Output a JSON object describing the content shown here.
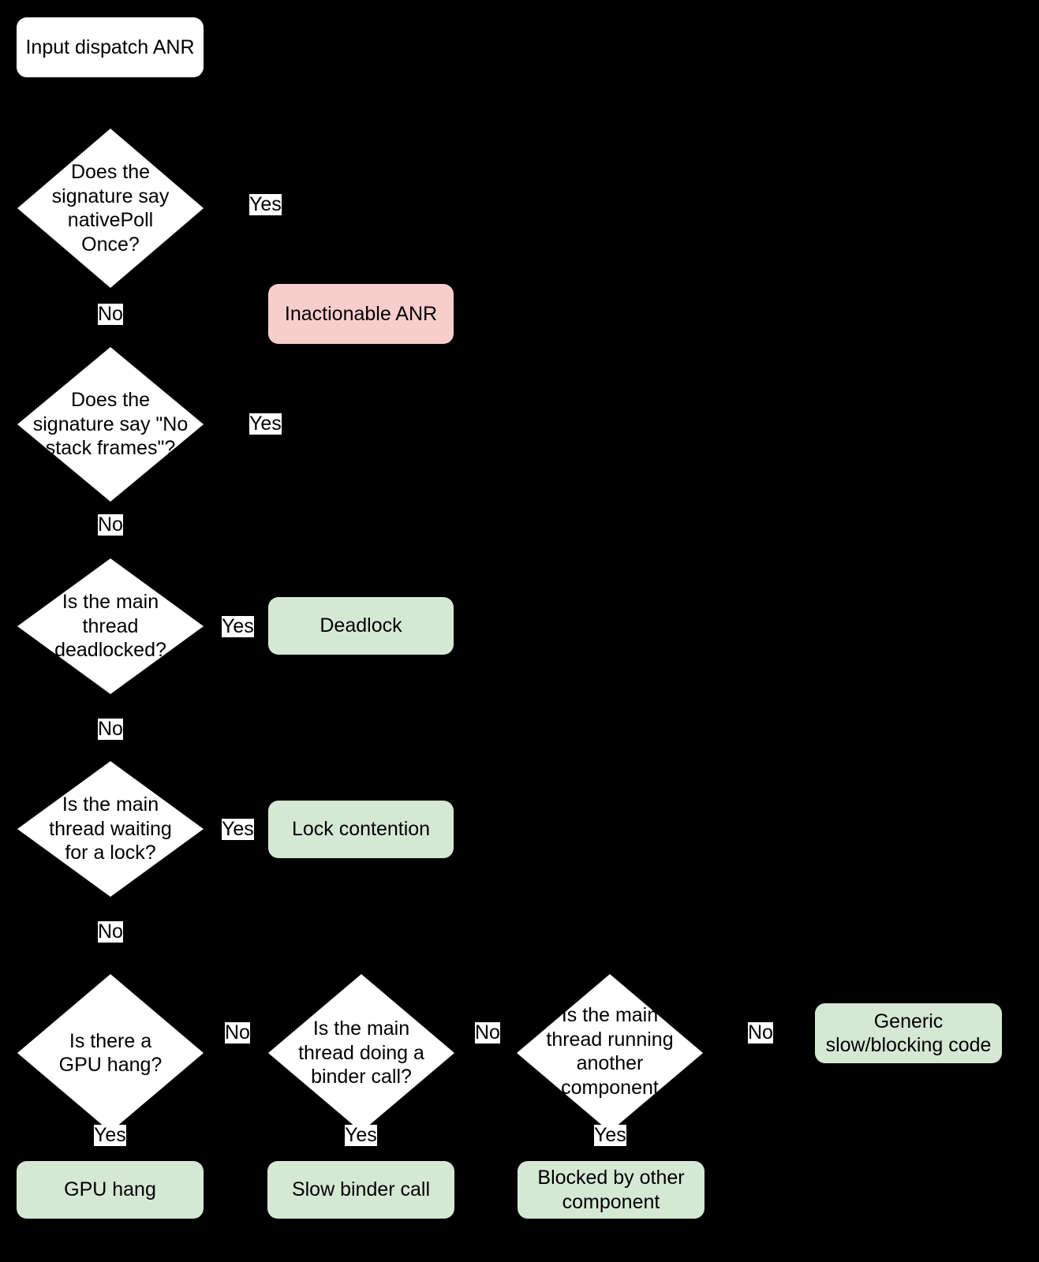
{
  "diagram": {
    "title": "Input dispatch ANR triage flowchart",
    "background_color": "#000000",
    "palette": {
      "start_fill": "#ffffff",
      "decision_fill": "#ffffff",
      "terminal_bad_fill": "#f8cecc",
      "terminal_good_fill": "#d5e8d4",
      "edge_color": "#000000",
      "text_color": "#000000",
      "label_chip_fill": "#ffffff"
    }
  },
  "nodes": {
    "start": {
      "label": "Input dispatch ANR"
    },
    "decision_nativepollonce": {
      "label": "Does the\nsignature say\nnativePoll\nOnce?"
    },
    "decision_nostackframes": {
      "label": "Does the\nsignature say \"No\nstack frames\"?"
    },
    "decision_deadlocked": {
      "label": "Is the main\nthread\ndeadlocked?"
    },
    "decision_waiting_lock": {
      "label": "Is the main\nthread waiting\nfor a lock?"
    },
    "decision_gpu_hang": {
      "label": "Is there a\nGPU hang?"
    },
    "decision_binder_call": {
      "label": "Is the main\nthread doing a\nbinder call?"
    },
    "decision_other_component": {
      "label": "Is the main\nthread running\nanother\ncomponent"
    },
    "terminal_inactionable": {
      "label": "Inactionable ANR"
    },
    "terminal_deadlock": {
      "label": "Deadlock"
    },
    "terminal_lock_contention": {
      "label": "Lock contention"
    },
    "terminal_gpu_hang": {
      "label": "GPU hang"
    },
    "terminal_slow_binder": {
      "label": "Slow binder call"
    },
    "terminal_blocked_other": {
      "label": "Blocked by other\ncomponent"
    },
    "terminal_generic_slow": {
      "label": "Generic\nslow/blocking code"
    }
  },
  "edge_labels": {
    "nativepollonce_yes": "Yes",
    "nativepollonce_no": "No",
    "nostackframes_yes": "Yes",
    "nostackframes_no": "No",
    "deadlocked_yes": "Yes",
    "deadlocked_no": "No",
    "waiting_lock_yes": "Yes",
    "waiting_lock_no": "No",
    "gpu_hang_no": "No",
    "gpu_hang_yes": "Yes",
    "binder_call_no": "No",
    "binder_call_yes": "Yes",
    "other_component_no": "No",
    "other_component_yes": "Yes"
  },
  "chart_data": {
    "type": "diagram",
    "subtype": "flowchart",
    "title": "Input dispatch ANR triage flowchart",
    "nodes": [
      {
        "id": "start",
        "shape": "rounded-rect",
        "text": "Input dispatch ANR",
        "fill": "#ffffff"
      },
      {
        "id": "decision_nativepollonce",
        "shape": "diamond",
        "text": "Does the signature say nativePollOnce?",
        "fill": "#ffffff"
      },
      {
        "id": "terminal_inactionable",
        "shape": "rounded-rect",
        "text": "Inactionable ANR",
        "fill": "#f8cecc"
      },
      {
        "id": "decision_nostackframes",
        "shape": "diamond",
        "text": "Does the signature say \"No stack frames\"?",
        "fill": "#ffffff"
      },
      {
        "id": "decision_deadlocked",
        "shape": "diamond",
        "text": "Is the main thread deadlocked?",
        "fill": "#ffffff"
      },
      {
        "id": "terminal_deadlock",
        "shape": "rounded-rect",
        "text": "Deadlock",
        "fill": "#d5e8d4"
      },
      {
        "id": "decision_waiting_lock",
        "shape": "diamond",
        "text": "Is the main thread waiting for a lock?",
        "fill": "#ffffff"
      },
      {
        "id": "terminal_lock_contention",
        "shape": "rounded-rect",
        "text": "Lock contention",
        "fill": "#d5e8d4"
      },
      {
        "id": "decision_gpu_hang",
        "shape": "diamond",
        "text": "Is there a GPU hang?",
        "fill": "#ffffff"
      },
      {
        "id": "terminal_gpu_hang",
        "shape": "rounded-rect",
        "text": "GPU hang",
        "fill": "#d5e8d4"
      },
      {
        "id": "decision_binder_call",
        "shape": "diamond",
        "text": "Is the main thread doing a binder call?",
        "fill": "#ffffff"
      },
      {
        "id": "terminal_slow_binder",
        "shape": "rounded-rect",
        "text": "Slow binder call",
        "fill": "#d5e8d4"
      },
      {
        "id": "decision_other_component",
        "shape": "diamond",
        "text": "Is the main thread running another component",
        "fill": "#ffffff"
      },
      {
        "id": "terminal_blocked_other",
        "shape": "rounded-rect",
        "text": "Blocked by other component",
        "fill": "#d5e8d4"
      },
      {
        "id": "terminal_generic_slow",
        "shape": "rounded-rect",
        "text": "Generic slow/blocking code",
        "fill": "#d5e8d4"
      }
    ],
    "edges": [
      {
        "from": "start",
        "to": "decision_nativepollonce",
        "label": ""
      },
      {
        "from": "decision_nativepollonce",
        "to": "terminal_inactionable",
        "label": "Yes"
      },
      {
        "from": "decision_nativepollonce",
        "to": "decision_nostackframes",
        "label": "No"
      },
      {
        "from": "decision_nostackframes",
        "to": "terminal_inactionable",
        "label": "Yes"
      },
      {
        "from": "decision_nostackframes",
        "to": "decision_deadlocked",
        "label": "No"
      },
      {
        "from": "decision_deadlocked",
        "to": "terminal_deadlock",
        "label": "Yes"
      },
      {
        "from": "decision_deadlocked",
        "to": "decision_waiting_lock",
        "label": "No"
      },
      {
        "from": "decision_waiting_lock",
        "to": "terminal_lock_contention",
        "label": "Yes"
      },
      {
        "from": "decision_waiting_lock",
        "to": "decision_gpu_hang",
        "label": "No"
      },
      {
        "from": "decision_gpu_hang",
        "to": "terminal_gpu_hang",
        "label": "Yes"
      },
      {
        "from": "decision_gpu_hang",
        "to": "decision_binder_call",
        "label": "No"
      },
      {
        "from": "decision_binder_call",
        "to": "terminal_slow_binder",
        "label": "Yes"
      },
      {
        "from": "decision_binder_call",
        "to": "decision_other_component",
        "label": "No"
      },
      {
        "from": "decision_other_component",
        "to": "terminal_blocked_other",
        "label": "Yes"
      },
      {
        "from": "decision_other_component",
        "to": "terminal_generic_slow",
        "label": "No"
      }
    ]
  }
}
